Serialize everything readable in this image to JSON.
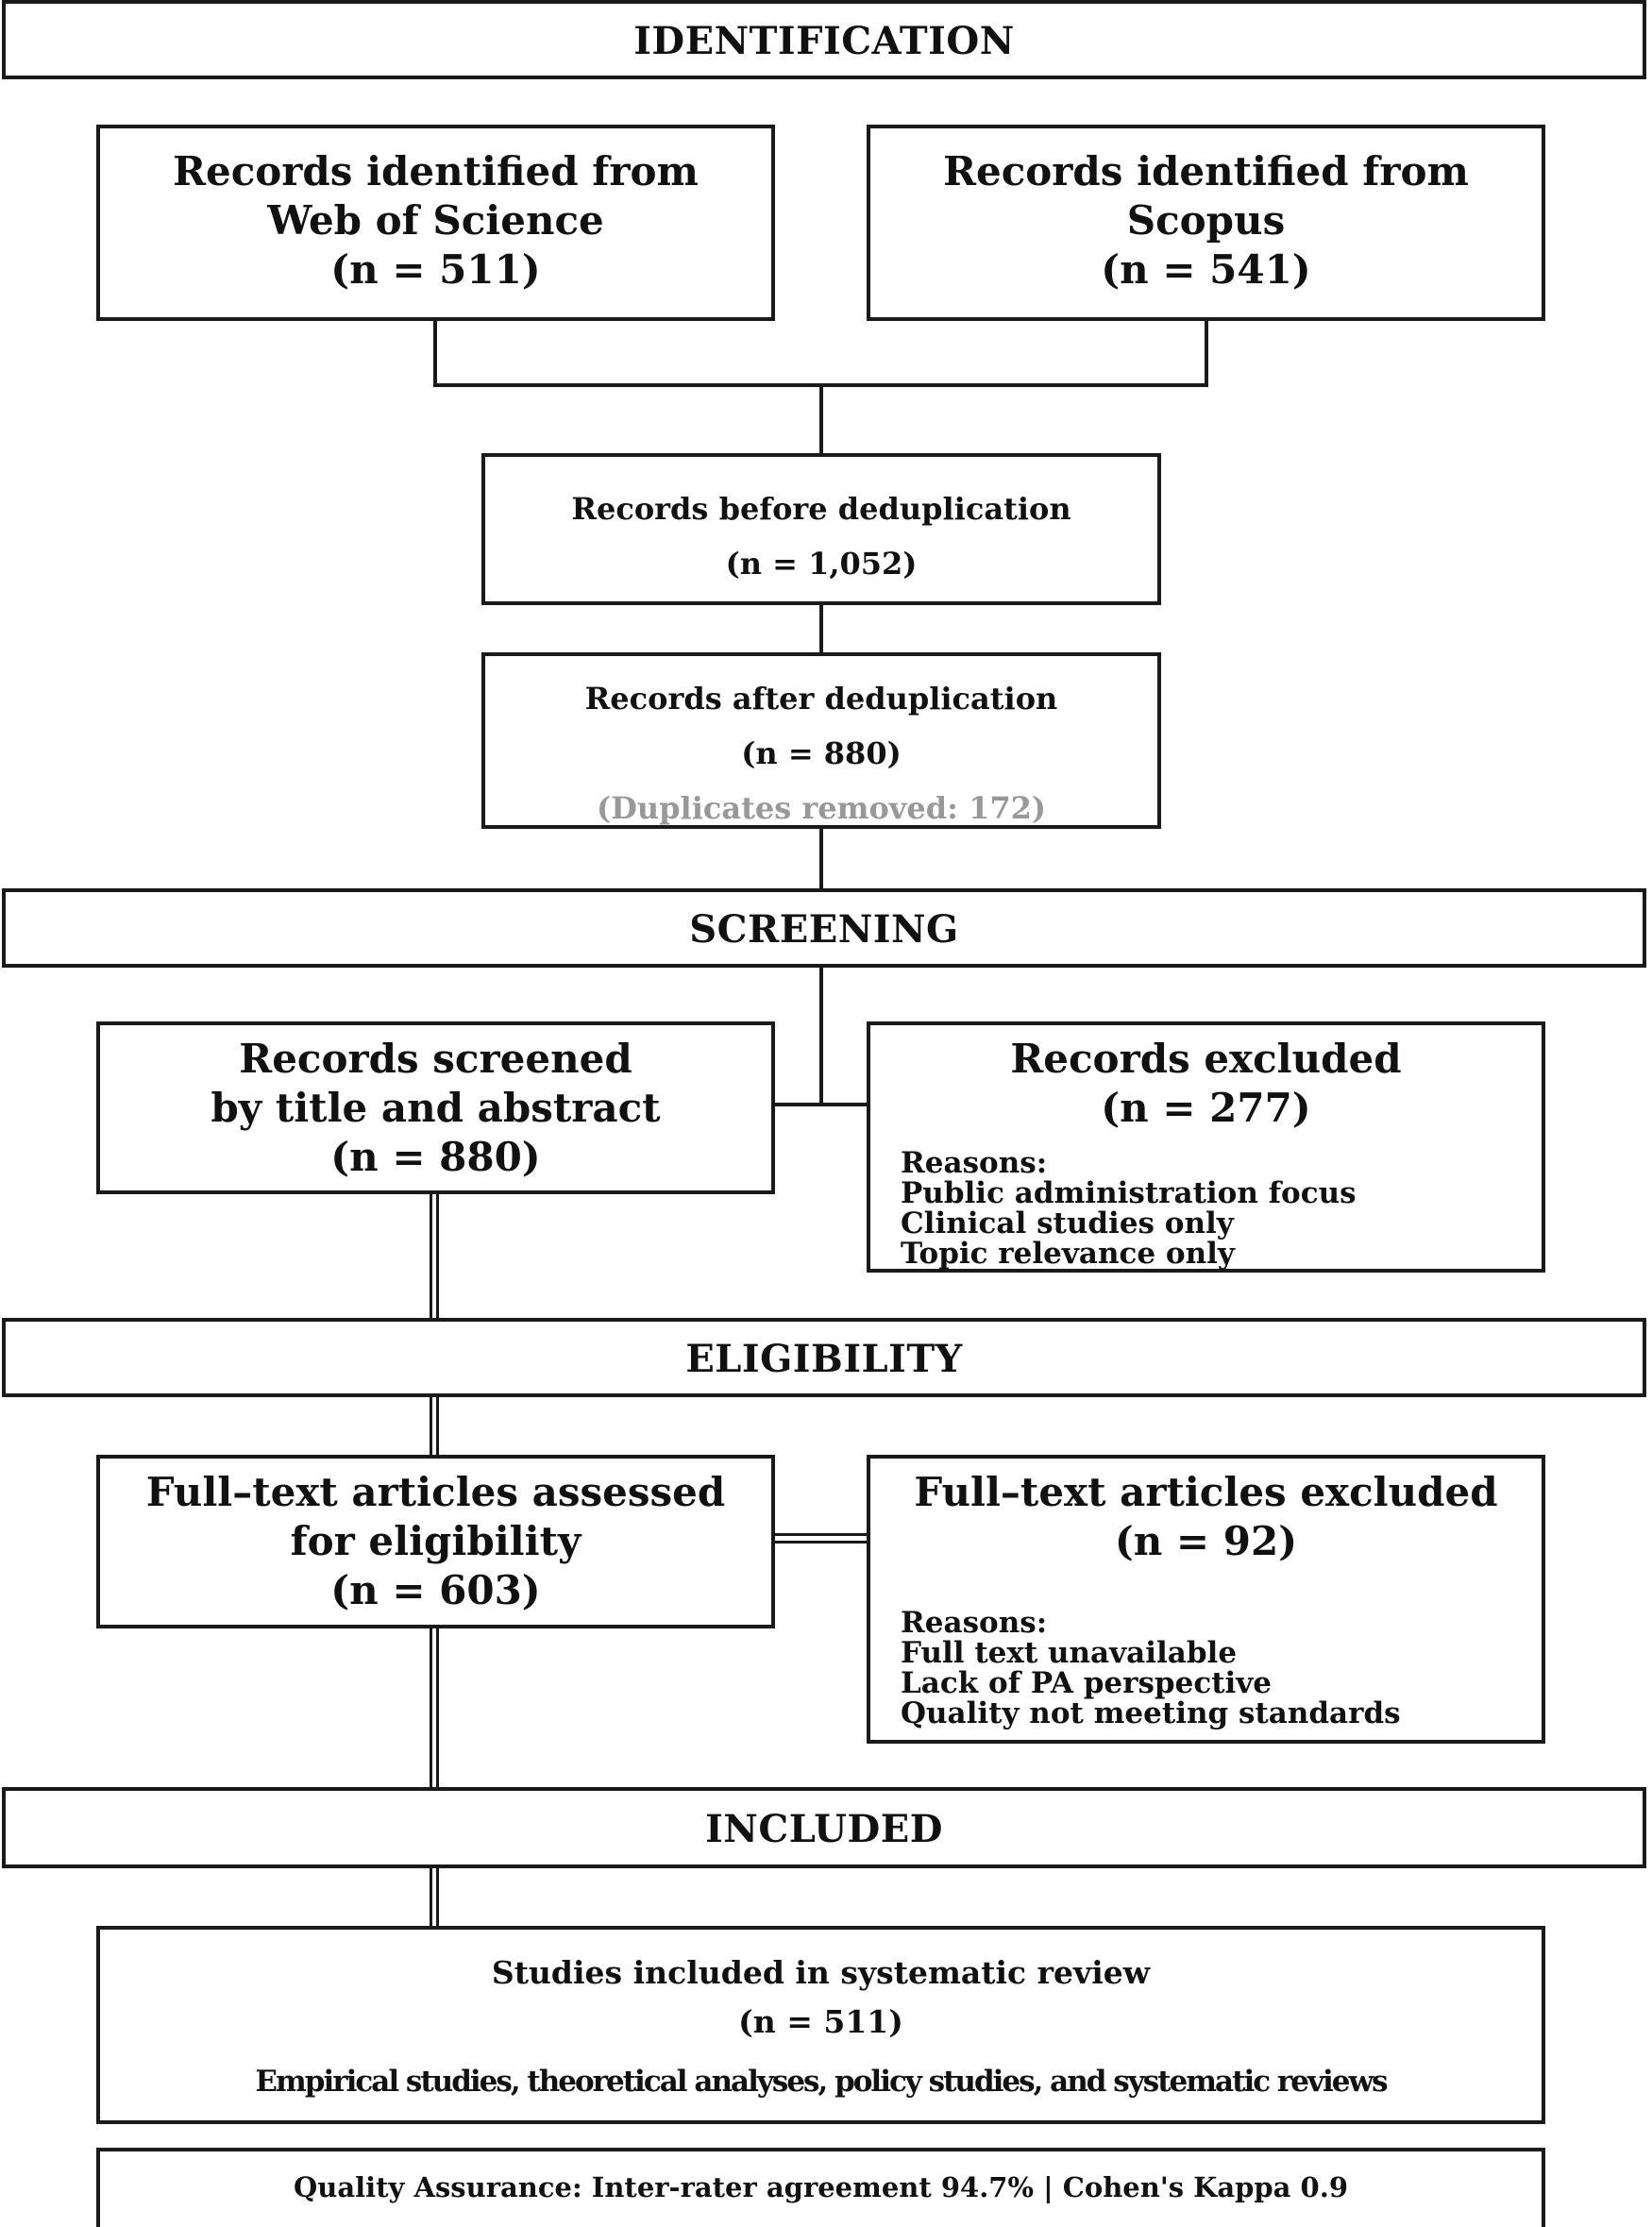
{
  "sections": {
    "identification": "IDENTIFICATION",
    "screening": "SCREENING",
    "eligibility": "ELIGIBILITY",
    "included": "INCLUDED"
  },
  "identification": {
    "wos": {
      "line1": "Records identified from",
      "line2": "Web of Science",
      "count": "(n = 511)"
    },
    "scopus": {
      "line1": "Records identified from",
      "line2": "Scopus",
      "count": "(n = 541)"
    },
    "before_dedup": {
      "title": "Records before deduplication",
      "count": "(n = 1,052)"
    },
    "after_dedup": {
      "title": "Records after deduplication",
      "count": "(n = 880)",
      "note": "(Duplicates removed: 172)"
    }
  },
  "screening": {
    "screened": {
      "line1": "Records screened",
      "line2": "by title and abstract",
      "count": "(n = 880)"
    },
    "excluded": {
      "title": "Records excluded",
      "count": "(n = 277)",
      "reasons_label": "Reasons:",
      "reasons": [
        "Public administration focus",
        "Clinical studies only",
        "Topic relevance only"
      ]
    }
  },
  "eligibility": {
    "assessed": {
      "line1": "Full–text articles assessed",
      "line2": "for eligibility",
      "count": "(n = 603)"
    },
    "excluded": {
      "title": "Full–text articles excluded",
      "count": "(n = 92)",
      "reasons_label": "Reasons:",
      "reasons": [
        "Full text unavailable",
        "Lack of PA perspective",
        "Quality not meeting standards"
      ]
    }
  },
  "included": {
    "title": "Studies included in systematic review",
    "count": "(n = 511)",
    "types": "Empirical studies, theoretical analyses, policy studies, and systematic reviews",
    "quality": "Quality Assurance: Inter-rater agreement 94.7% | Cohen's Kappa 0.9"
  },
  "colors": {
    "border": "#1a1a1a",
    "text": "#111111",
    "muted_note": "#999999"
  }
}
